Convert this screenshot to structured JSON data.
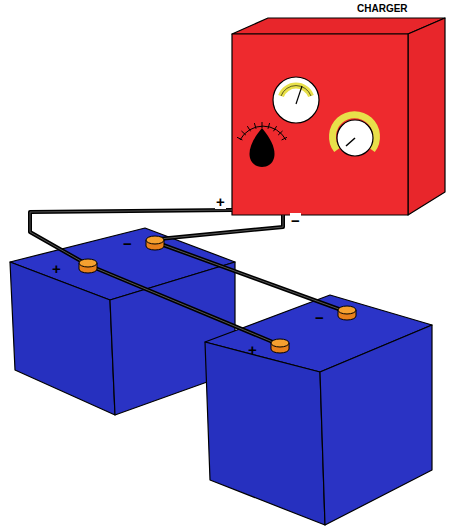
{
  "diagram": {
    "nodes": [
      {
        "text": [
          "CHARGER"
        ]
      },
      {
        "text": [
          "−",
          "+"
        ]
      },
      {
        "text": [
          "−",
          "+"
        ]
      }
    ],
    "edges": [
      {
        "from": 0,
        "to": 1,
        "label": "+",
        "arrow": "none"
      },
      {
        "from": 0,
        "to": 1,
        "label": "−",
        "arrow": "none"
      },
      {
        "from": 1,
        "to": 2,
        "arrow": "none"
      },
      {
        "from": 1,
        "to": 2,
        "arrow": "none"
      }
    ]
  }
}
